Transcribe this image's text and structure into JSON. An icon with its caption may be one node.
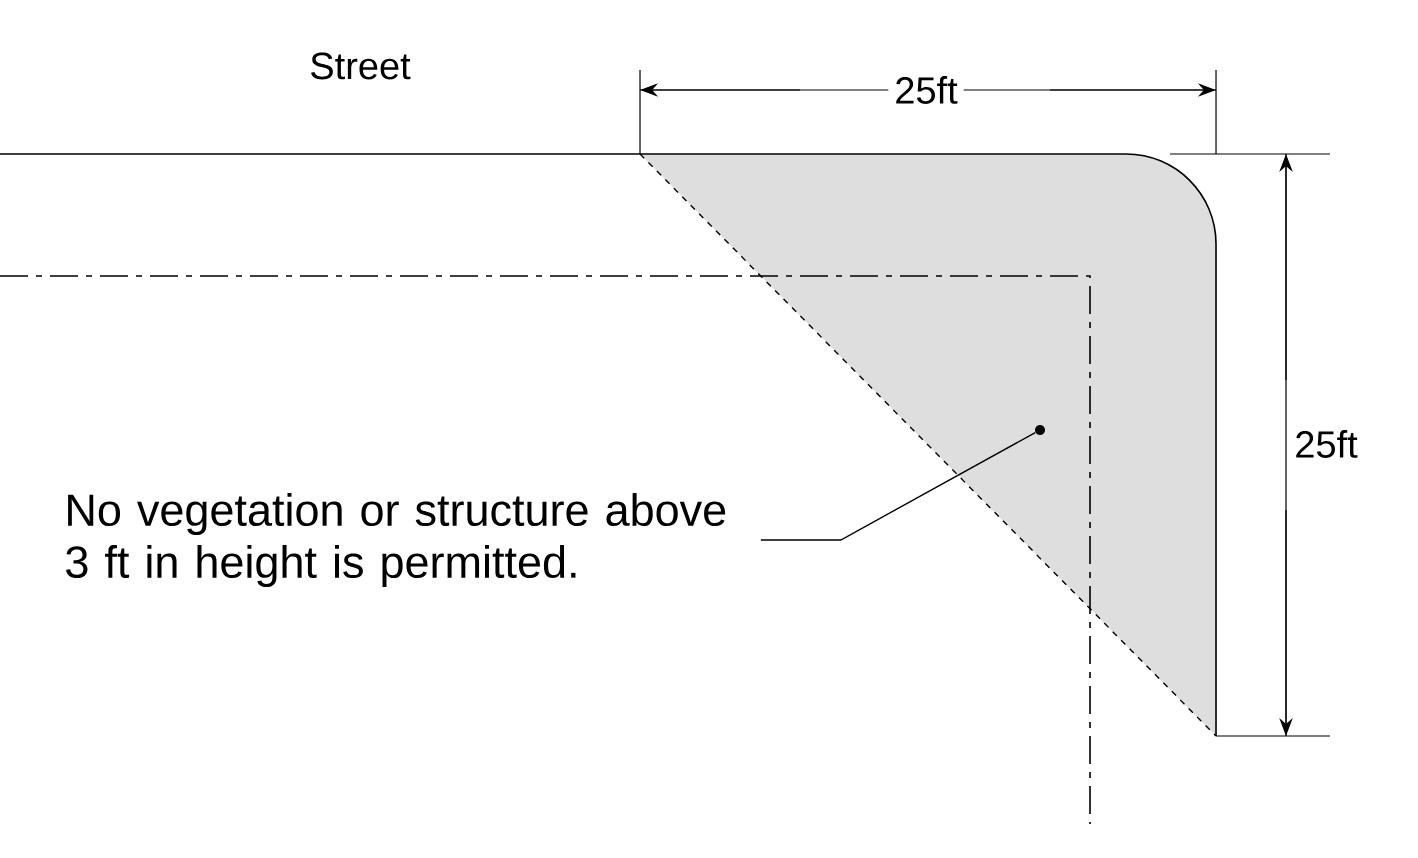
{
  "diagram": {
    "nodes": [
      {
        "text": [
          "No vegetation or structure above 3 ft in height is permitted."
        ]
      },
      {
        "text": [],
        "shape": "circle"
      }
    ],
    "edges": [
      {
        "from": 0,
        "to": 1,
        "arrow": "none"
      }
    ],
    "labels": [
      "Street",
      "25ft",
      "25ft"
    ]
  }
}
